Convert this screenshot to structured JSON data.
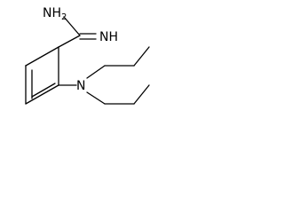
{
  "molecule": {
    "labels": {
      "amine": "NH2",
      "imine": "NH",
      "amino_n": "N"
    }
  },
  "colors": {
    "bond": "#000000",
    "background": "#ffffff"
  }
}
